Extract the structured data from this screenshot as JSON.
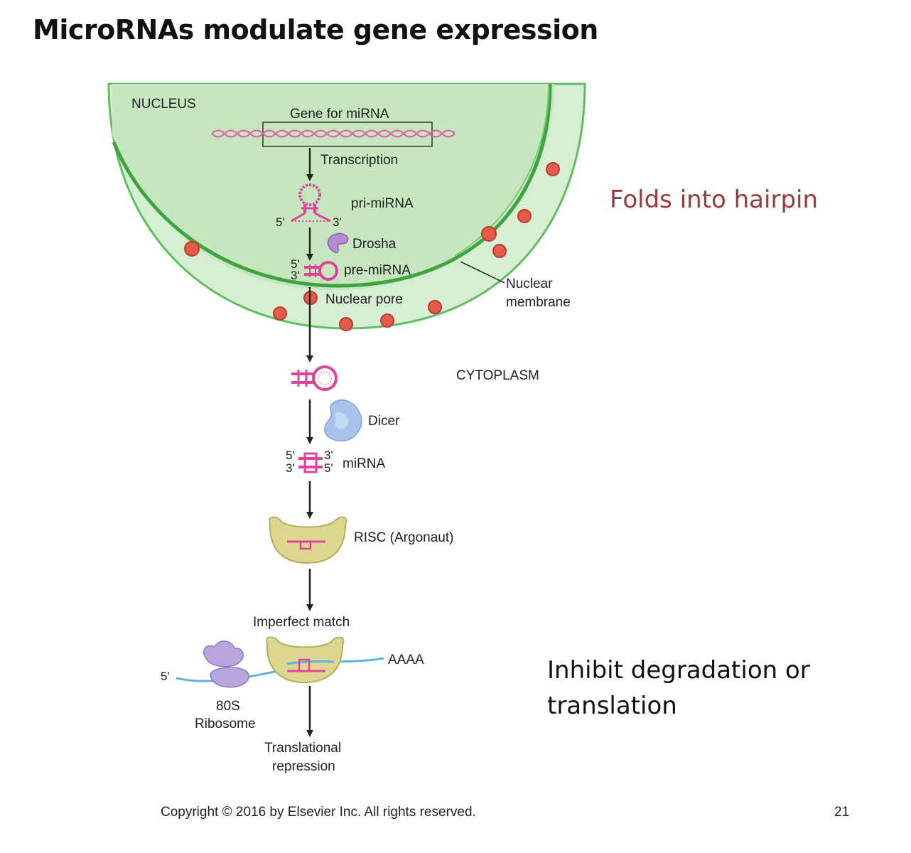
{
  "slide": {
    "title": "MicroRNAs modulate gene expression",
    "copyright": "Copyright © 2016 by Elsevier Inc. All rights reserved.",
    "slide_number": "21"
  },
  "notes": {
    "hairpin": "Folds into hairpin",
    "inhibit_line1": "Inhibit degradation or",
    "inhibit_line2": "translation"
  },
  "diagram": {
    "nucleus": "NUCLEUS",
    "gene": "Gene for miRNA",
    "transcription": "Transcription",
    "pri_mirna": "pri-miRNA",
    "five_prime": "5'",
    "three_prime": "3'",
    "drosha": "Drosha",
    "pre_mirna": "pre-miRNA",
    "nuclear_pore": "Nuclear pore",
    "nuclear_membrane_1": "Nuclear",
    "nuclear_membrane_2": "membrane",
    "cytoplasm": "CYTOPLASM",
    "dicer": "Dicer",
    "mirna": "miRNA",
    "risc": "RISC (Argonaut)",
    "imperfect_match": "Imperfect match",
    "polya": "AAAA",
    "ribosome_1": "80S",
    "ribosome_2": "Ribosome",
    "repression_1": "Translational",
    "repression_2": "repression"
  },
  "colors": {
    "nucleus_fill": "#c9e8c4",
    "membrane": "#4cae4c",
    "rna": "#e0449a",
    "pore": "#e65a4a",
    "drosha": "#b58ad0",
    "dicer": "#a9c4ec",
    "risc": "#ddd690",
    "mrna": "#5bb3e0",
    "ribosome": "#b9a6dd"
  }
}
